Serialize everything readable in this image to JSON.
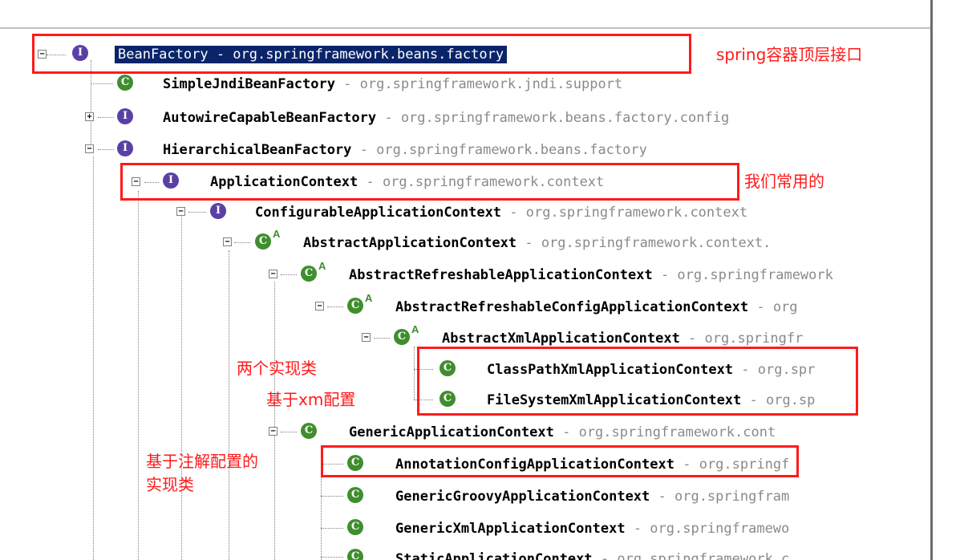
{
  "root": {
    "name": "BeanFactory",
    "pkg": " - org.springframework.beans.factory"
  },
  "rows": [
    {
      "name": "SimpleJndiBeanFactory",
      "pkg": " - org.springframework.jndi.support"
    },
    {
      "name": "AutowireCapableBeanFactory",
      "pkg": " - org.springframework.beans.factory.config"
    },
    {
      "name": "HierarchicalBeanFactory",
      "pkg": " - org.springframework.beans.factory"
    },
    {
      "name": "ApplicationContext",
      "pkg": " - org.springframework.context"
    },
    {
      "name": "ConfigurableApplicationContext",
      "pkg": " - org.springframework.context"
    },
    {
      "name": "AbstractApplicationContext",
      "pkg": " - org.springframework.context."
    },
    {
      "name": "AbstractRefreshableApplicationContext",
      "pkg": " - org.springframework"
    },
    {
      "name": "AbstractRefreshableConfigApplicationContext",
      "pkg": " - org"
    },
    {
      "name": "AbstractXmlApplicationContext",
      "pkg": " - org.springfr"
    },
    {
      "name": "ClassPathXmlApplicationContext",
      "pkg": " - org.spr"
    },
    {
      "name": "FileSystemXmlApplicationContext",
      "pkg": " - org.sp"
    },
    {
      "name": "GenericApplicationContext",
      "pkg": " - org.springframework.cont"
    },
    {
      "name": "AnnotationConfigApplicationContext",
      "pkg": " - org.springf"
    },
    {
      "name": "GenericGroovyApplicationContext",
      "pkg": " - org.springfram"
    },
    {
      "name": "GenericXmlApplicationContext",
      "pkg": " - org.springframewo"
    },
    {
      "name": "StaticApplicationContext",
      "pkg": " - org.springframework.c"
    }
  ],
  "abstract_marker": "A",
  "annotations": {
    "top_interface": "spring容器顶层接口",
    "common_use": "我们常用的",
    "two_impls": "两个实现类",
    "xml_based": "基于xm配置",
    "annotation_based_1": "基于注解配置的",
    "annotation_based_2": "实现类"
  },
  "icons": {
    "interface": "interface-icon",
    "class": "class-icon"
  },
  "colors": {
    "interface_icon": "#5a3fa6",
    "class_icon": "#3e8e2d",
    "selection": "#0a246a",
    "annotation_red": "#ff1a1a"
  }
}
